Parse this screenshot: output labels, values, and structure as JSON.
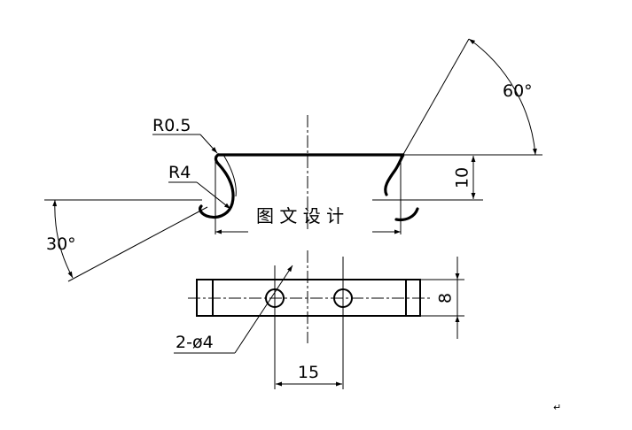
{
  "labels": {
    "radius_small": "R0.5",
    "radius_large": "R4",
    "angle_top": "60°",
    "angle_left": "30°",
    "height_dim": "10",
    "width_dim": "8",
    "holes_dim": "2-ø4",
    "spacing_dim": "15",
    "watermark": "图 文 设 计",
    "return_mark": "↵"
  }
}
